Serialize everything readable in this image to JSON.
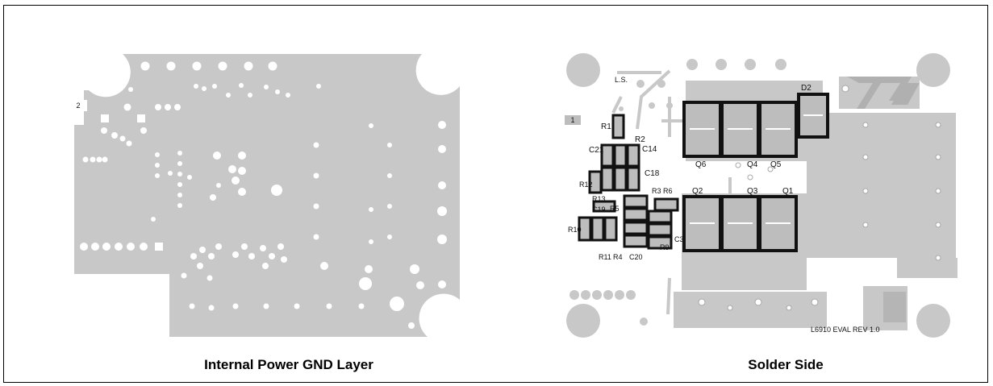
{
  "captions": {
    "left": "Internal Power GND Layer",
    "right": "Solder Side"
  },
  "left_layer": {
    "marker": "2"
  },
  "right_layer": {
    "marker": "1",
    "top_text": "L.S.",
    "board_text": "L6910 EVAL REV 1.0",
    "labels": {
      "d2": "D2",
      "r1": "R1",
      "r2": "R2",
      "c21": "C21",
      "c14": "C14",
      "c18": "C18",
      "r12": "R12",
      "r13": "R13",
      "c19": "C19",
      "r5": "R5",
      "r3": "R3",
      "r6": "R6",
      "r10": "R10",
      "r11": "R11",
      "r4": "R4",
      "c20": "C20",
      "r9": "R9",
      "c3": "C3",
      "q6": "Q6",
      "q4": "Q4",
      "q5": "Q5",
      "q2": "Q2",
      "q3": "Q3",
      "q1": "Q1"
    }
  }
}
